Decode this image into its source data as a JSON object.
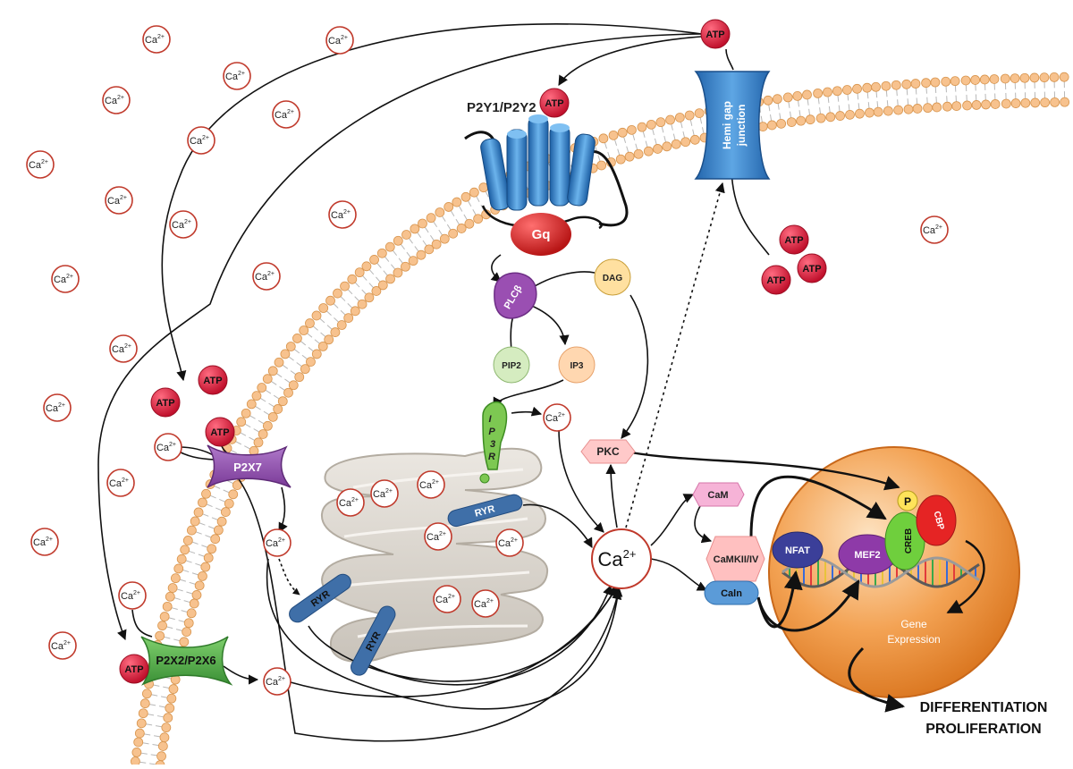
{
  "ion": {
    "base": "Ca",
    "charge": "2+"
  },
  "atp": "ATP",
  "labels": {
    "p2y": "P2Y1/P2Y2",
    "gq": "Gq",
    "plc": "PLCβ",
    "dag": "DAG",
    "pip2": "PIP2",
    "ip3": "IP3",
    "ip3r": [
      "I",
      "P",
      "3",
      "R"
    ],
    "p2x7": "P2X7",
    "p2x26": "P2X2/P2X6",
    "hemi": [
      "Hemi gap",
      "junction"
    ],
    "ryr": "RYR",
    "pkc": "PKC",
    "cam": "CaM",
    "camk": "CaMKII/IV",
    "caln": "Caln",
    "nfat": "NFAT",
    "mef2": "MEF2",
    "creb": "CREB",
    "cbp": "CBP",
    "p": "P",
    "gene": [
      "Gene",
      "Expression"
    ],
    "outcome": [
      "DIFFERENTIATION",
      "PROLIFERATION"
    ]
  },
  "colors": {
    "ion_ring": "#c0392b",
    "atp": "#d81f3c",
    "receptor": "#2f78c8",
    "p2x7": "#8e4aa8",
    "p2x2": "#4fb04a",
    "membrane_head": "#f7c28e",
    "nucleus": "#f0973c",
    "ryr": "#3f6fa8"
  }
}
